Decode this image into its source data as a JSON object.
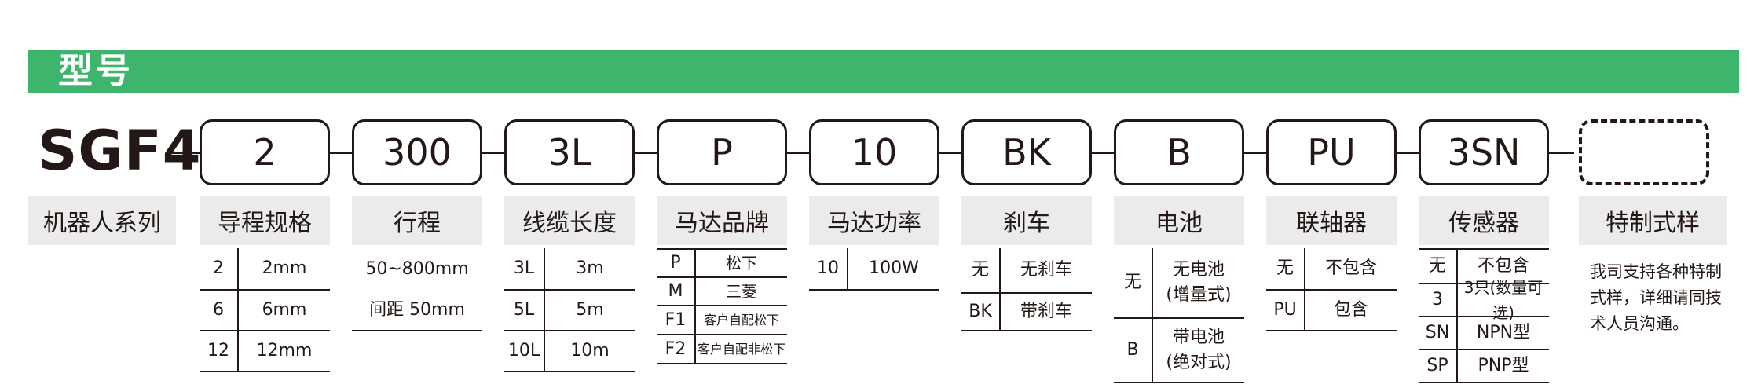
{
  "banner": {
    "title": "型号",
    "color": "#3db56c"
  },
  "series_code": "SGF4",
  "code_boxes": [
    "2",
    "300",
    "3L",
    "P",
    "10",
    "BK",
    "B",
    "PU",
    "3SN",
    ""
  ],
  "headers": [
    "机器人系列",
    "导程规格",
    "行程",
    "线缆长度",
    "马达品牌",
    "马达功率",
    "刹车",
    "电池",
    "联轴器",
    "传感器",
    "特制式样"
  ],
  "tables": {
    "lead": [
      [
        "2",
        "2mm"
      ],
      [
        "6",
        "6mm"
      ],
      [
        "12",
        "12mm"
      ]
    ],
    "stroke": [
      "50~800mm",
      "间距 50mm"
    ],
    "cable": [
      [
        "3L",
        "3m"
      ],
      [
        "5L",
        "5m"
      ],
      [
        "10L",
        "10m"
      ]
    ],
    "motor_brand": [
      [
        "P",
        "松下"
      ],
      [
        "M",
        "三菱"
      ],
      [
        "F1",
        "客户自配松下"
      ],
      [
        "F2",
        "客户自配非松下"
      ]
    ],
    "motor_power": [
      [
        "10",
        "100W"
      ]
    ],
    "brake": [
      [
        "无",
        "无刹车"
      ],
      [
        "BK",
        "带刹车"
      ]
    ],
    "battery": [
      {
        "code": "无",
        "line1": "无电池",
        "line2": "(增量式)"
      },
      {
        "code": "B",
        "line1": "带电池",
        "line2": "(绝对式)"
      }
    ],
    "coupling": [
      [
        "无",
        "不包含"
      ],
      [
        "PU",
        "包含"
      ]
    ],
    "sensor": [
      [
        "无",
        "不包含"
      ],
      [
        "3",
        "3只(数量可选)"
      ],
      [
        "SN",
        "NPN型"
      ],
      [
        "SP",
        "PNP型"
      ]
    ]
  },
  "special_note": [
    "我司支持各种特制",
    "式样，详细请同技",
    "术人员沟通。"
  ]
}
